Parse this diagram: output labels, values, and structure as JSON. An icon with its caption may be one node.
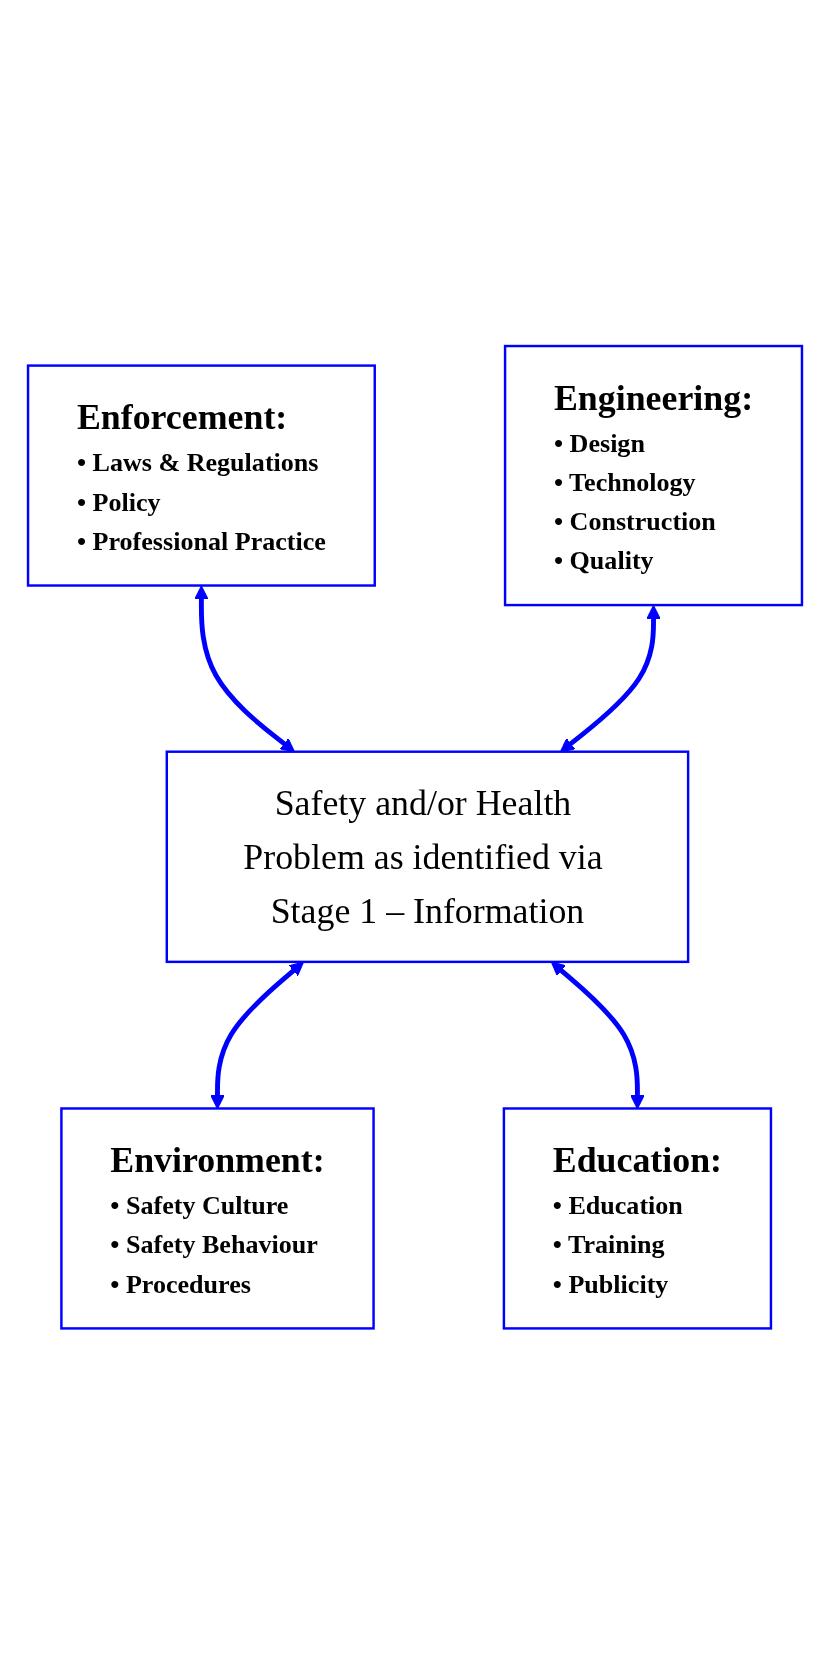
{
  "diagram": {
    "nodes": [
      {
        "text": [
          "Enforcement:",
          "• Laws & Regulations",
          "• Policy",
          "• Professional Practice"
        ]
      },
      {
        "text": [
          "Engineering:",
          "• Design",
          "• Technology",
          "• Construction",
          "• Quality"
        ]
      },
      {
        "text": [
          "Safety and/or Health Problem as identified via Stage 1 – Information"
        ]
      },
      {
        "text": [
          "Environment:",
          "• Safety Culture",
          "• Safety Behaviour",
          "• Procedures"
        ]
      },
      {
        "text": [
          "Education:",
          "• Education",
          "• Training",
          "• Publicity"
        ]
      }
    ],
    "edges": [
      {
        "from": 0,
        "to": 2,
        "arrow": "both"
      },
      {
        "from": 1,
        "to": 2,
        "arrow": "both"
      },
      {
        "from": 2,
        "to": 3,
        "arrow": "both"
      },
      {
        "from": 2,
        "to": 4,
        "arrow": "both"
      }
    ]
  }
}
